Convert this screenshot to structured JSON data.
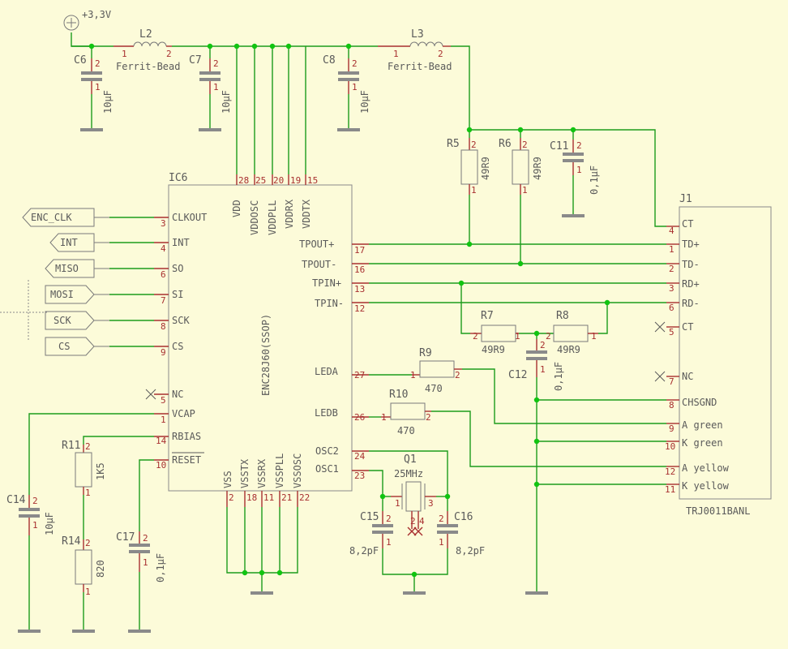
{
  "power": {
    "label": "+3,3V"
  },
  "ferrites": [
    {
      "ref": "L2",
      "value": "Ferrit-Bead",
      "pin1": "1",
      "pin2": "2"
    },
    {
      "ref": "L3",
      "value": "Ferrit-Bead",
      "pin1": "1",
      "pin2": "2"
    }
  ],
  "caps": [
    {
      "ref": "C6",
      "value": "10µF",
      "pin_a": "2",
      "pin_b": "1"
    },
    {
      "ref": "C7",
      "value": "10µF",
      "pin_a": "2",
      "pin_b": "1"
    },
    {
      "ref": "C8",
      "value": "10µF",
      "pin_a": "2",
      "pin_b": "1"
    },
    {
      "ref": "C11",
      "value": "0,1µF",
      "pin_a": "2",
      "pin_b": "1"
    },
    {
      "ref": "C12",
      "value": "0,1µF",
      "pin_a": "2",
      "pin_b": "1"
    },
    {
      "ref": "C14",
      "value": "10µF",
      "pin_a": "2",
      "pin_b": "1"
    },
    {
      "ref": "C15",
      "value": "8,2pF",
      "pin_a": "2",
      "pin_b": "1"
    },
    {
      "ref": "C16",
      "value": "8,2pF",
      "pin_a": "2",
      "pin_b": "1"
    },
    {
      "ref": "C17",
      "value": "0,1µF",
      "pin_a": "2",
      "pin_b": "1"
    }
  ],
  "resistors": [
    {
      "ref": "R5",
      "value": "49R9",
      "pin_a": "2",
      "pin_b": "1"
    },
    {
      "ref": "R6",
      "value": "49R9",
      "pin_a": "2",
      "pin_b": "1"
    },
    {
      "ref": "R7",
      "value": "49R9",
      "pin_a": "2",
      "pin_b": "1"
    },
    {
      "ref": "R8",
      "value": "49R9",
      "pin_a": "2",
      "pin_b": "1"
    },
    {
      "ref": "R9",
      "value": "470",
      "pin_a": "1",
      "pin_b": "2"
    },
    {
      "ref": "R10",
      "value": "470",
      "pin_a": "1",
      "pin_b": "2"
    },
    {
      "ref": "R11",
      "value": "1K5",
      "pin_a": "2",
      "pin_b": "1"
    },
    {
      "ref": "R14",
      "value": "820",
      "pin_a": "2",
      "pin_b": "1"
    }
  ],
  "ic": {
    "ref": "IC6",
    "value": "ENC28J60(SSOP)",
    "top_pins": [
      {
        "num": "28",
        "name": "VDD"
      },
      {
        "num": "25",
        "name": "VDDOSC"
      },
      {
        "num": "20",
        "name": "VDDPLL"
      },
      {
        "num": "19",
        "name": "VDDRX"
      },
      {
        "num": "15",
        "name": "VDDTX"
      }
    ],
    "left_pins": [
      {
        "num": "3",
        "name": "CLKOUT"
      },
      {
        "num": "4",
        "name": "INT"
      },
      {
        "num": "6",
        "name": "SO"
      },
      {
        "num": "7",
        "name": "SI"
      },
      {
        "num": "8",
        "name": "SCK"
      },
      {
        "num": "9",
        "name": "CS"
      },
      {
        "num": "5",
        "name": "NC"
      },
      {
        "num": "1",
        "name": "VCAP"
      },
      {
        "num": "14",
        "name": "RBIAS"
      },
      {
        "num": "10",
        "name": "RESET"
      }
    ],
    "right_pins": [
      {
        "num": "17",
        "name": "TPOUT+"
      },
      {
        "num": "16",
        "name": "TPOUT-"
      },
      {
        "num": "13",
        "name": "TPIN+"
      },
      {
        "num": "12",
        "name": "TPIN-"
      },
      {
        "num": "27",
        "name": "LEDA"
      },
      {
        "num": "26",
        "name": "LEDB"
      },
      {
        "num": "24",
        "name": "OSC2"
      },
      {
        "num": "23",
        "name": "OSC1"
      }
    ],
    "bottom_pins": [
      {
        "num": "2",
        "name": "VSS"
      },
      {
        "num": "18",
        "name": "VSSTX"
      },
      {
        "num": "11",
        "name": "VSSRX"
      },
      {
        "num": "21",
        "name": "VSSPLL"
      },
      {
        "num": "22",
        "name": "VSSOSC"
      }
    ]
  },
  "ports": [
    "ENC_CLK",
    "INT",
    "MISO",
    "MOSI",
    "SCK",
    "CS"
  ],
  "crystal": {
    "ref": "Q1",
    "value": "25MHz",
    "pins": [
      "1",
      "2",
      "3",
      "4"
    ]
  },
  "jack": {
    "ref": "J1",
    "value": "TRJ0011BANL",
    "pins": [
      {
        "num": "4",
        "name": "CT"
      },
      {
        "num": "1",
        "name": "TD+"
      },
      {
        "num": "2",
        "name": "TD-"
      },
      {
        "num": "3",
        "name": "RD+"
      },
      {
        "num": "6",
        "name": "RD-"
      },
      {
        "num": "5",
        "name": "CT"
      },
      {
        "num": "7",
        "name": "NC"
      },
      {
        "num": "8",
        "name": "CHSGND"
      },
      {
        "num": "9",
        "name": "A green"
      },
      {
        "num": "10",
        "name": "K green"
      },
      {
        "num": "12",
        "name": "A yellow"
      },
      {
        "num": "11",
        "name": "K yellow"
      }
    ]
  },
  "colors": {
    "background": "#fcfbd9",
    "wire": "#1c9c1c",
    "pin": "#a83030",
    "symbol": "#8a8a8a",
    "junction": "#11c411"
  }
}
